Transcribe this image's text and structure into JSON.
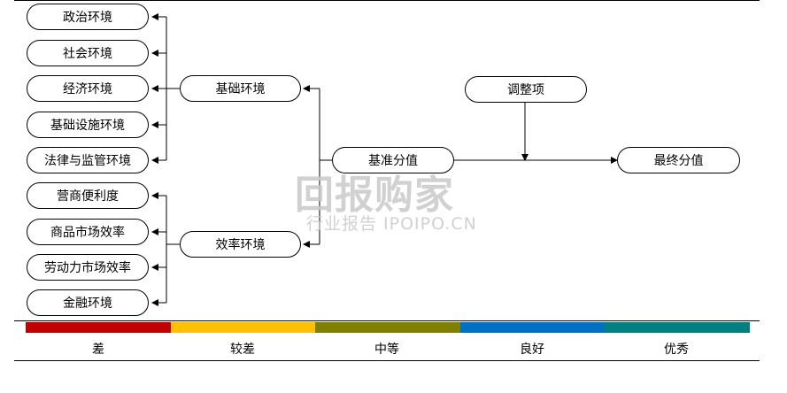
{
  "factors": {
    "politics": "政治环境",
    "society": "社会环境",
    "economy": "经济环境",
    "infrastructure": "基础设施环境",
    "law": "法律与监管环境",
    "business": "营商便利度",
    "market": "商品市场效率",
    "labor": "劳动力市场效率",
    "finance": "金融环境"
  },
  "groups": {
    "basic": "基础环境",
    "efficiency": "效率环境"
  },
  "base_score": "基准分值",
  "adjustment": "调整项",
  "final_score": "最终分值",
  "watermark": {
    "main": "回报购家",
    "sub": "行业报告 IPOIPO.CN"
  },
  "scale": [
    {
      "label": "差",
      "color": "#c00000"
    },
    {
      "label": "较差",
      "color": "#ffc000"
    },
    {
      "label": "中等",
      "color": "#7f7f00"
    },
    {
      "label": "良好",
      "color": "#0070c0"
    },
    {
      "label": "优秀",
      "color": "#008080"
    }
  ]
}
